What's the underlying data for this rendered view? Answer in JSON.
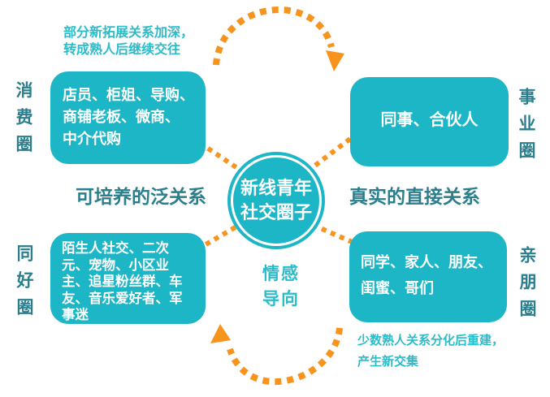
{
  "colors": {
    "teal": "#1db6c6",
    "teal_text_dark": "#2b7e8c",
    "teal_text_light": "#2bbcca",
    "orange": "#f7941e",
    "box_text": "#ffffff"
  },
  "center_circle": {
    "label": "新线青年\n社交圈子"
  },
  "center_caption": "情感\n导向",
  "relation_labels": {
    "left": "可培养的泛关系",
    "right": "真实的直接关系"
  },
  "annotations": {
    "top_left": "部分新拓展关系加深，\n转成熟人后继续交往",
    "bottom_right": "少数熟人关系分化后重建，\n产生新交集"
  },
  "circles": {
    "consumption": {
      "label": "消费圈",
      "members": "店员、柜姐、导购、\n商铺老板、微商、\n中介代购"
    },
    "career": {
      "label": "事业圈",
      "members": "同事、合伙人"
    },
    "hobby": {
      "label": "同好圈",
      "members": "陌生人社交、二次\n元、宠物、小区业\n主、追星粉丝群、车\n友、音乐爱好者、军\n事迷"
    },
    "family": {
      "label": "亲朋圈",
      "members": "同学、家人、朋友、\n闺蜜、哥们"
    }
  }
}
